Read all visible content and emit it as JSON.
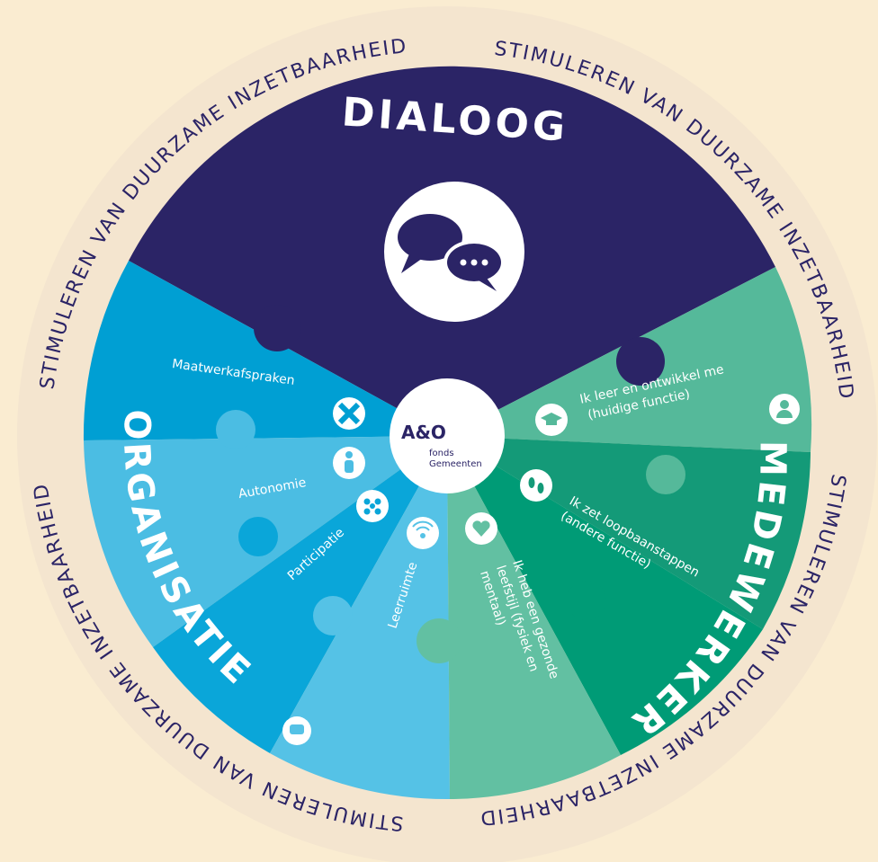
{
  "ring": {
    "text_top_left": "STIMULEREN VAN DUURZAME INZETBAARHEID",
    "text_top_right": "STIMULEREN VAN DUURZAME INZETBAARHEID",
    "text_bottom_left": "STIMULEREN VAN DUURZAME INZETBAARHEID",
    "text_bottom_right": "STIMULEREN VAN DUURZAME INZETBAARHEID"
  },
  "segments": {
    "dialoog": {
      "title": "DIALOOG",
      "color": "#2b2466"
    },
    "organisatie": {
      "title": "ORGANISATIE",
      "colors": [
        "#009fd3",
        "#4bbde3",
        "#0aa6d9",
        "#55c2e6"
      ],
      "items": {
        "maatwerk": "Maatwerkafspraken",
        "autonomie": "Autonomie",
        "participatie": "Participatie",
        "leerruimte": "Leerruimte"
      }
    },
    "medewerker": {
      "title": "MEDEWERKER",
      "colors": [
        "#55b99a",
        "#149a78",
        "#009b76",
        "#62c0a2"
      ],
      "items": {
        "leer_1": "Ik leer en ontwikkel me",
        "leer_2": "(huidige functie)",
        "loopbaan_1": "Ik zet loopbaanstappen",
        "loopbaan_2": "(andere functie)",
        "leefstijl_1": "Ik heb een gezonde",
        "leefstijl_2": "leefstijl (fysiek en",
        "leefstijl_3": "mentaal)"
      }
    }
  },
  "logo": {
    "mark": "A&O",
    "line1": "fonds",
    "line2": "Gemeenten"
  },
  "colors": {
    "background": "#faecd1",
    "ring": "#f4e5cf",
    "navy": "#2b2466"
  }
}
